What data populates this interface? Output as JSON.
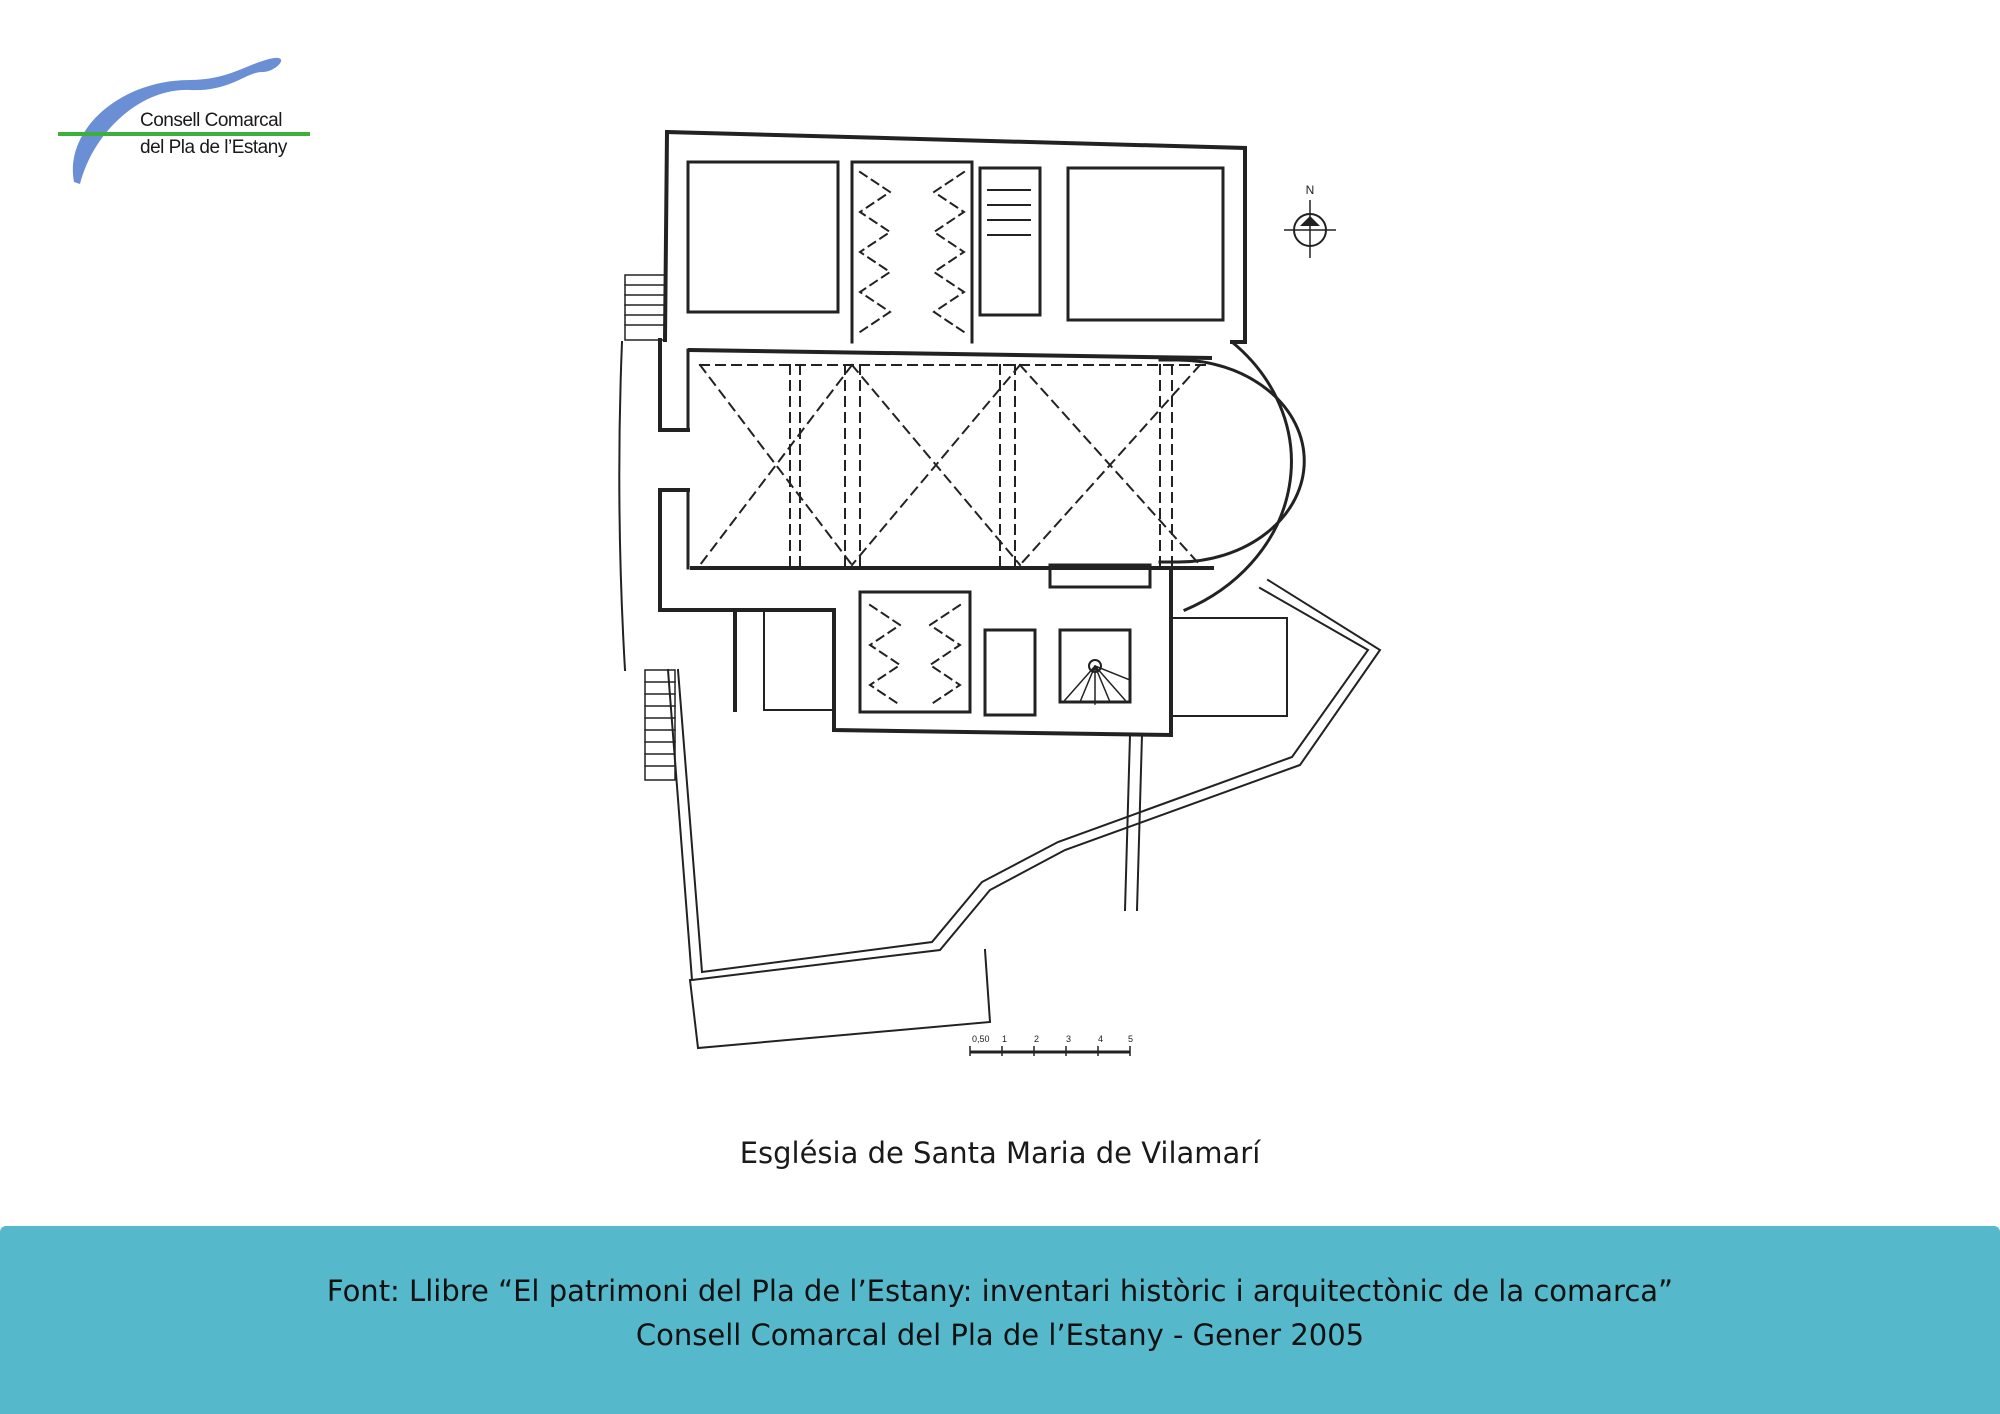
{
  "logo": {
    "line1": "Consell Comarcal",
    "line2": "del Pla de l’Estany",
    "swoosh_color": "#6b8fd4",
    "rule_color": "#3db03a"
  },
  "plan": {
    "north_label": "N",
    "scale_labels": [
      "0,50",
      "1",
      "2",
      "3",
      "4",
      "5"
    ]
  },
  "caption": "Església de Santa Maria de Vilamarí",
  "footer": {
    "line1": "Font: Llibre “El patrimoni del Pla de l’Estany: inventari històric i arquitectònic de la comarca”",
    "line2": "Consell Comarcal del Pla de l’Estany - Gener 2005",
    "background": "#56b8cb"
  }
}
